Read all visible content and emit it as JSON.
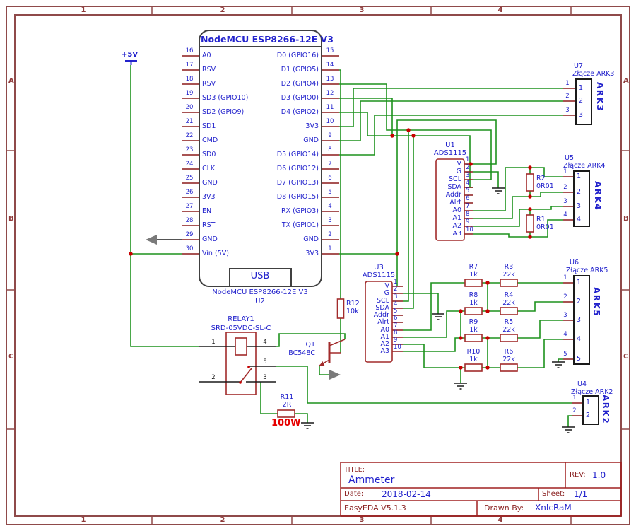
{
  "frame": {
    "col_numbers": [
      "1",
      "2",
      "3",
      "4"
    ],
    "row_letters": [
      "A",
      "B",
      "C"
    ]
  },
  "power": {
    "vcc_label": "+5V"
  },
  "nodemcu": {
    "title": "NodeMCU ESP8266-12E V3",
    "usb_label": "USB",
    "footer_name": "NodeMCU ESP8266-12E V3",
    "footer_ref": "U2",
    "left_pins": [
      {
        "num": "16",
        "name": "A0"
      },
      {
        "num": "17",
        "name": "RSV"
      },
      {
        "num": "18",
        "name": "RSV"
      },
      {
        "num": "19",
        "name": "SD3 (GPIO10)"
      },
      {
        "num": "20",
        "name": "SD2 (GPIO9)"
      },
      {
        "num": "21",
        "name": "SD1"
      },
      {
        "num": "22",
        "name": "CMD"
      },
      {
        "num": "23",
        "name": "SD0"
      },
      {
        "num": "24",
        "name": "CLK"
      },
      {
        "num": "25",
        "name": "GND"
      },
      {
        "num": "26",
        "name": "3V3"
      },
      {
        "num": "27",
        "name": "EN"
      },
      {
        "num": "28",
        "name": "RST"
      },
      {
        "num": "29",
        "name": "GND"
      },
      {
        "num": "30",
        "name": "Vin (5V)"
      }
    ],
    "right_pins": [
      {
        "num": "15",
        "name": "D0 (GPIO16)"
      },
      {
        "num": "14",
        "name": "D1 (GPIO5)"
      },
      {
        "num": "13",
        "name": "D2 (GPIO4)"
      },
      {
        "num": "12",
        "name": "D3 (GPIO0)"
      },
      {
        "num": "11",
        "name": "D4 (GPIO2)"
      },
      {
        "num": "10",
        "name": "3V3"
      },
      {
        "num": "9",
        "name": "GND"
      },
      {
        "num": "8",
        "name": "D5 (GPIO14)"
      },
      {
        "num": "7",
        "name": "D6 (GPIO12)"
      },
      {
        "num": "6",
        "name": "D7 (GPIO13)"
      },
      {
        "num": "5",
        "name": "D8 (GPIO15)"
      },
      {
        "num": "4",
        "name": "RX (GPIO3)"
      },
      {
        "num": "3",
        "name": "TX (GPIO1)"
      },
      {
        "num": "2",
        "name": "GND"
      },
      {
        "num": "1",
        "name": "3V3"
      }
    ]
  },
  "adc1": {
    "ref": "U1",
    "part": "ADS1115",
    "pins": [
      {
        "num": "1",
        "name": "V"
      },
      {
        "num": "2",
        "name": "G"
      },
      {
        "num": "3",
        "name": "SCL"
      },
      {
        "num": "4",
        "name": "SDA"
      },
      {
        "num": "5",
        "name": "Addr"
      },
      {
        "num": "6",
        "name": "Alrt"
      },
      {
        "num": "7",
        "name": "A0"
      },
      {
        "num": "8",
        "name": "A1"
      },
      {
        "num": "9",
        "name": "A2"
      },
      {
        "num": "10",
        "name": "A3"
      }
    ]
  },
  "adc2": {
    "ref": "U3",
    "part": "ADS1115",
    "pins": [
      {
        "num": "1",
        "name": "V"
      },
      {
        "num": "2",
        "name": "G"
      },
      {
        "num": "3",
        "name": "SCL"
      },
      {
        "num": "4",
        "name": "SDA"
      },
      {
        "num": "5",
        "name": "Addr"
      },
      {
        "num": "6",
        "name": "Alrt"
      },
      {
        "num": "7",
        "name": "A0"
      },
      {
        "num": "8",
        "name": "A1"
      },
      {
        "num": "9",
        "name": "A2"
      },
      {
        "num": "10",
        "name": "A3"
      }
    ]
  },
  "relay": {
    "ref": "RELAY1",
    "part": "SRD-05VDC-SL-C",
    "pins": {
      "p1": "1",
      "p2": "2",
      "p3": "3",
      "p4": "4",
      "p5": "5"
    }
  },
  "transistor": {
    "ref": "Q1",
    "part": "BC548C"
  },
  "resistors": {
    "r12": {
      "ref": "R12",
      "value": "10k"
    },
    "r2": {
      "ref": "R2",
      "value": "0R01"
    },
    "r1": {
      "ref": "R1",
      "value": "0R01"
    },
    "r11": {
      "ref": "R11",
      "value": "2R",
      "power": "100W"
    },
    "r7": {
      "ref": "R7",
      "value": "1k"
    },
    "r3": {
      "ref": "R3",
      "value": "22k"
    },
    "r8": {
      "ref": "R8",
      "value": "1k"
    },
    "r4": {
      "ref": "R4",
      "value": "22k"
    },
    "r9": {
      "ref": "R9",
      "value": "1k"
    },
    "r5": {
      "ref": "R5",
      "value": "22k"
    },
    "r10": {
      "ref": "R10",
      "value": "1k"
    },
    "r6": {
      "ref": "R6",
      "value": "22k"
    }
  },
  "connectors": {
    "ark3": {
      "ref": "U7",
      "title": "Złącze ARK3",
      "side": "ARK3",
      "pins": [
        "1",
        "2",
        "3"
      ]
    },
    "ark4": {
      "ref": "U5",
      "title": "Złącze ARK4",
      "side": "ARK4",
      "pins": [
        "1",
        "2",
        "3",
        "4"
      ]
    },
    "ark5": {
      "ref": "U6",
      "title": "Złącze ARK5",
      "side": "ARK5",
      "pins": [
        "1",
        "2",
        "3",
        "4",
        "5"
      ]
    },
    "ark2": {
      "ref": "U4",
      "title": "Złącze ARK2",
      "side": "ARK2",
      "pins": [
        "1",
        "2"
      ]
    }
  },
  "title_block": {
    "title_label": "TITLE:",
    "title": "Ammeter",
    "rev_label": "REV:",
    "rev": "1.0",
    "date_label": "Date:",
    "date": "2018-02-14",
    "sheet_label": "Sheet:",
    "sheet": "1/1",
    "tool": "EasyEDA V5.1.3",
    "drawn_by_label": "Drawn By:",
    "drawn_by": "XnIcRaM"
  },
  "colors": {
    "wire": "#1d921d",
    "component_outline": "#a22b2b",
    "pin_stub": "#8b1a1a",
    "text_blue": "#2222cc",
    "junction": "#c80000",
    "frame": "#8f4a4a",
    "title_block": "#a02020",
    "warning": "#e60000"
  }
}
